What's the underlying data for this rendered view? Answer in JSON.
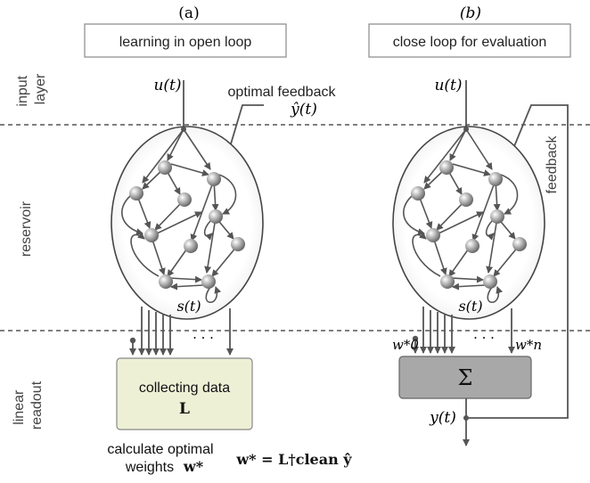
{
  "panels": {
    "a": {
      "label": "(a)",
      "title": "learning in open loop",
      "input": "u(t)",
      "feedback_label": "optimal feedback",
      "feedback_symbol": "ŷ(t)",
      "state": "s(t)",
      "dots": "· · ·",
      "readout_box_line1": "collecting data",
      "readout_box_line2": "L",
      "bottom_text_line1": "calculate optimal",
      "bottom_text_line2": "weights",
      "bottom_text_weight": "w*",
      "formula": "w* = L†clean ŷ"
    },
    "b": {
      "label": "(b)",
      "title": "close loop for evaluation",
      "input": "u(t)",
      "state": "s(t)",
      "dots": "· · ·",
      "w0": "w*0",
      "wn": "w*n",
      "sum_symbol": "Σ",
      "output": "y(t)",
      "feedback_label": "feedback"
    }
  },
  "layers": {
    "input": "input layer",
    "reservoir": "reservoir",
    "readout": "linear readout"
  },
  "colors": {
    "line": "#555555",
    "readout_box_a": "#eef0d6",
    "readout_box_b": "#a8a8a8",
    "node": "#9a9a9a"
  }
}
